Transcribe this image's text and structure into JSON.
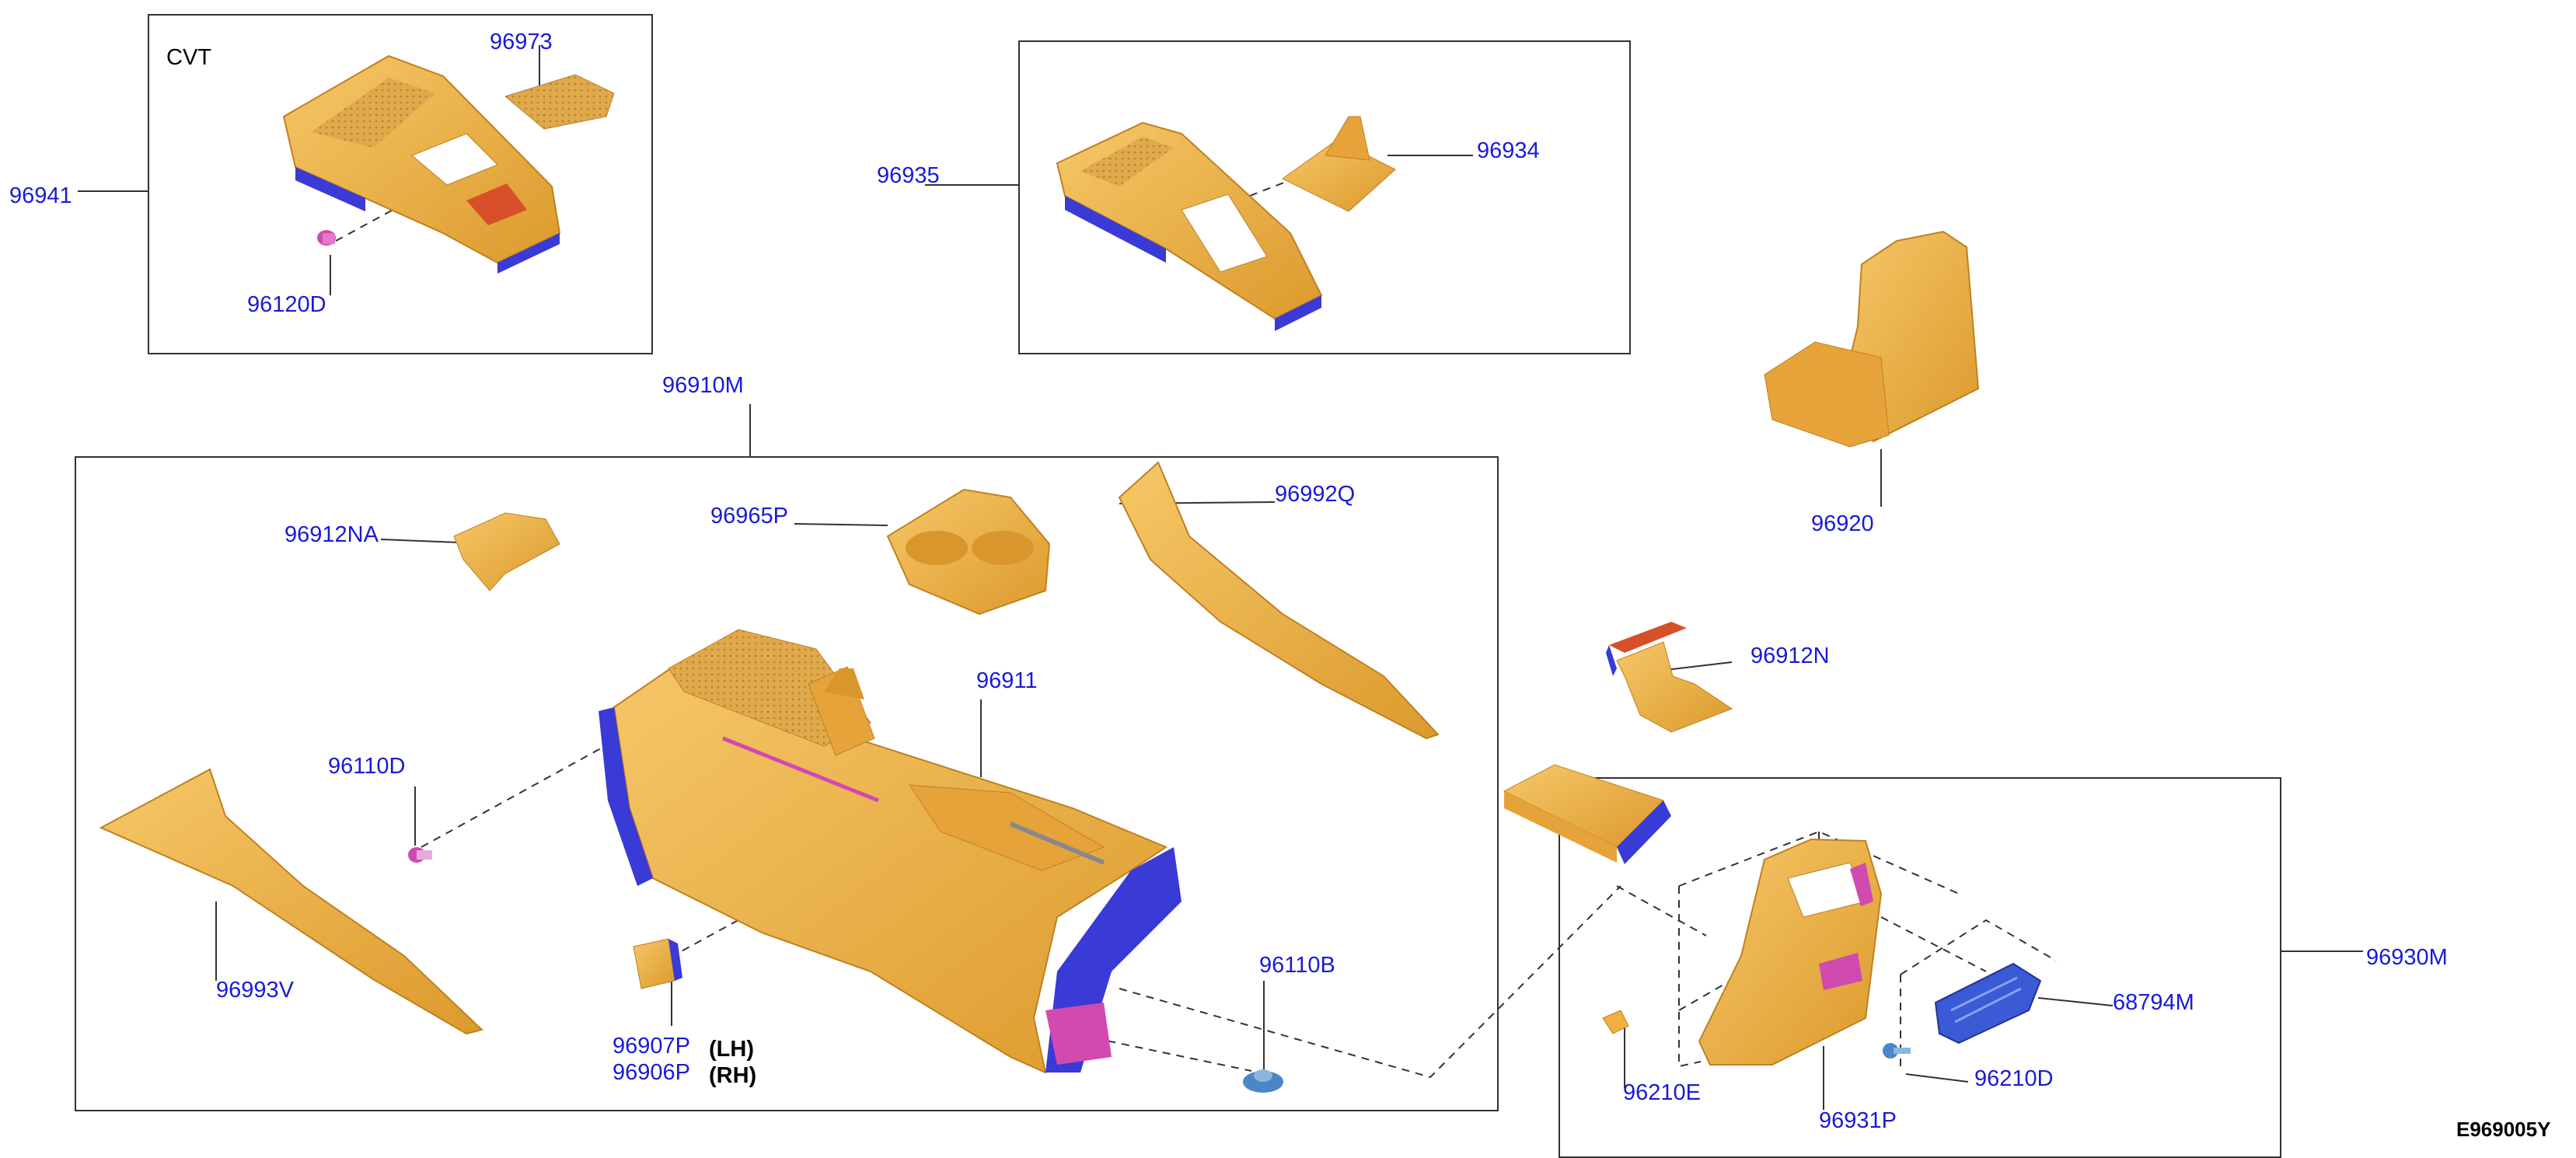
{
  "colors": {
    "part_orange": "#f0b040",
    "part_orange_dark": "#c9891f",
    "part_blue": "#3a3ad6",
    "part_pink": "#d04ab0",
    "part_red": "#d8502a",
    "label_blue": "#1a1ad8",
    "line": "#333333"
  },
  "diagram": {
    "labels": {
      "cvt": "CVT",
      "p96973": "96973",
      "p96941": "96941",
      "p96120D": "96120D",
      "p96935": "96935",
      "p96934": "96934",
      "p96920": "96920",
      "p96910M": "96910M",
      "p96912NA": "96912NA",
      "p96965P": "96965P",
      "p96992Q": "96992Q",
      "p96911": "96911",
      "p96110D": "96110D",
      "p96993V": "96993V",
      "p96907P": "96907P",
      "p96906P": "96906P",
      "lh": "(LH)",
      "rh": "(RH)",
      "p96110B": "96110B",
      "p96912N": "96912N",
      "p96930M": "96930M",
      "p68794M": "68794M",
      "p96210E": "96210E",
      "p96210D": "96210D",
      "p96931P": "96931P",
      "diagram_code": "E969005Y"
    }
  }
}
